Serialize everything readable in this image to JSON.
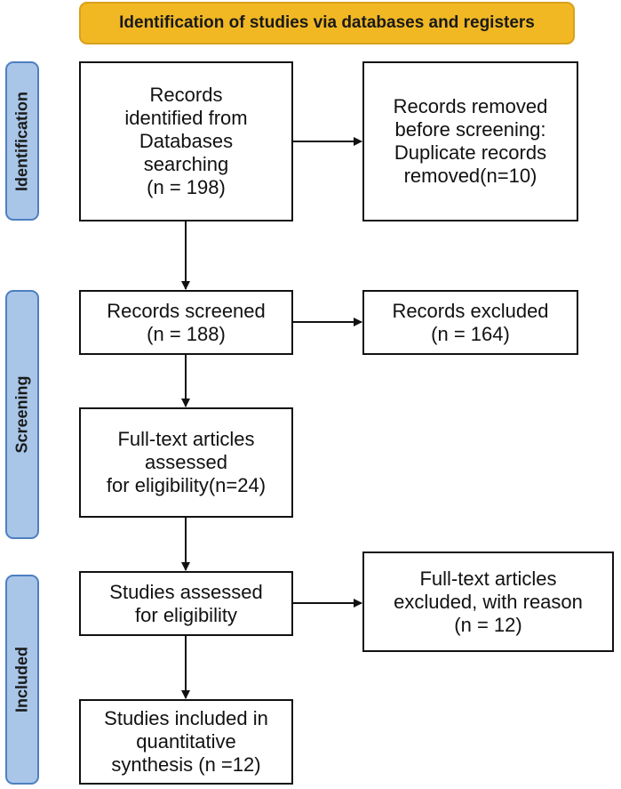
{
  "header": {
    "title": "Identification of studies via databases and registers"
  },
  "phases": {
    "identification": "Identification",
    "screening": "Screening",
    "included": "Included"
  },
  "boxes": {
    "records_identified": "Records\nidentified from\nDatabases\nsearching\n(n = 198)",
    "records_removed": "Records removed\nbefore screening:\nDuplicate records\nremoved(n=10)",
    "records_screened": "Records screened\n(n = 188)",
    "records_excluded": "Records excluded\n(n = 164)",
    "fulltext_assessed": "Full-text articles\nassessed\nfor eligibility(n=24)",
    "studies_assessed": "Studies assessed\nfor eligibility",
    "fulltext_excluded": "Full-text articles\nexcluded, with reason\n(n = 12)",
    "studies_included": "Studies included in\nquantitative\nsynthesis (n =12)"
  },
  "colors": {
    "header_fill": "#f1b824",
    "phase_fill": "#a9c6e8",
    "phase_border": "#4d7fc1",
    "line": "#111111"
  }
}
